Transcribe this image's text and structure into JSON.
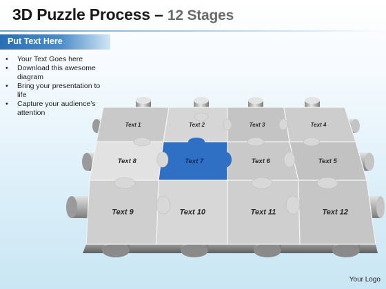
{
  "title": {
    "main": "3D Puzzle Process",
    "dash": " – ",
    "sub": "12 Stages"
  },
  "sidebar": {
    "header": "Put Text Here",
    "bullets": [
      "Your Text Goes here",
      "Download this awesome diagram",
      "Bring your presentation to life",
      "Capture your audience’s attention"
    ]
  },
  "puzzle": {
    "pieces": [
      {
        "label": "Text 1"
      },
      {
        "label": "Text 2"
      },
      {
        "label": "Text 3"
      },
      {
        "label": "Text 4"
      },
      {
        "label": "Text 8"
      },
      {
        "label": "Text 7"
      },
      {
        "label": "Text 6"
      },
      {
        "label": "Text 5"
      },
      {
        "label": "Text 9"
      },
      {
        "label": "Text 10"
      },
      {
        "label": "Text 11"
      },
      {
        "label": "Text 12"
      }
    ],
    "highlight_color": "#2f6fc4",
    "piece_color": "#d2d2d2"
  },
  "footer": {
    "logo": "Your Logo"
  }
}
